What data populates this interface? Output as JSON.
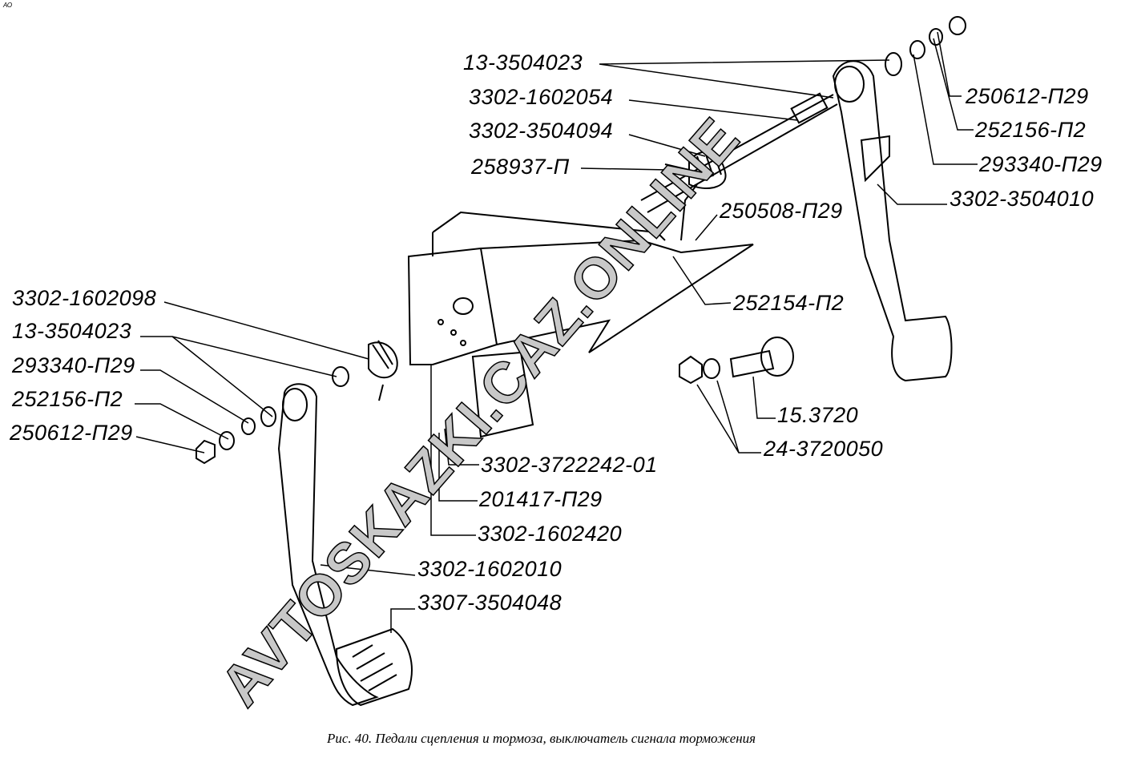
{
  "corner_mark": "АО",
  "watermark": "AVTOSKAZKI.CAZ.ONLINE",
  "caption": "Рис. 40. Педали сцепления и тормоза, выключатель сигнала торможения",
  "labels": {
    "top_13_3504023": "13-3504023",
    "top_3302_1602054": "3302-1602054",
    "top_3302_3504094": "3302-3504094",
    "top_258937_P": "258937-П",
    "r_250612_P29": "250612-П29",
    "r_252156_P2": "252156-П2",
    "r_293340_P29": "293340-П29",
    "r_3302_3504010": "3302-3504010",
    "m_250508_P29": "250508-П29",
    "m_252154_P2": "252154-П2",
    "l_3302_1602098": "3302-1602098",
    "l_13_3504023": "13-3504023",
    "l_293340_P29": "293340-П29",
    "l_252156_P2": "252156-П2",
    "l_250612_P29": "250612-П29",
    "c_3302_3722242_01": "3302-3722242-01",
    "c_201417_P29": "201417-П29",
    "c_3302_1602420": "3302-1602420",
    "c_3302_1602010": "3302-1602010",
    "c_3307_3504048": "3307-3504048",
    "s_15_3720": "15.3720",
    "s_24_3720050": "24-3720050"
  }
}
